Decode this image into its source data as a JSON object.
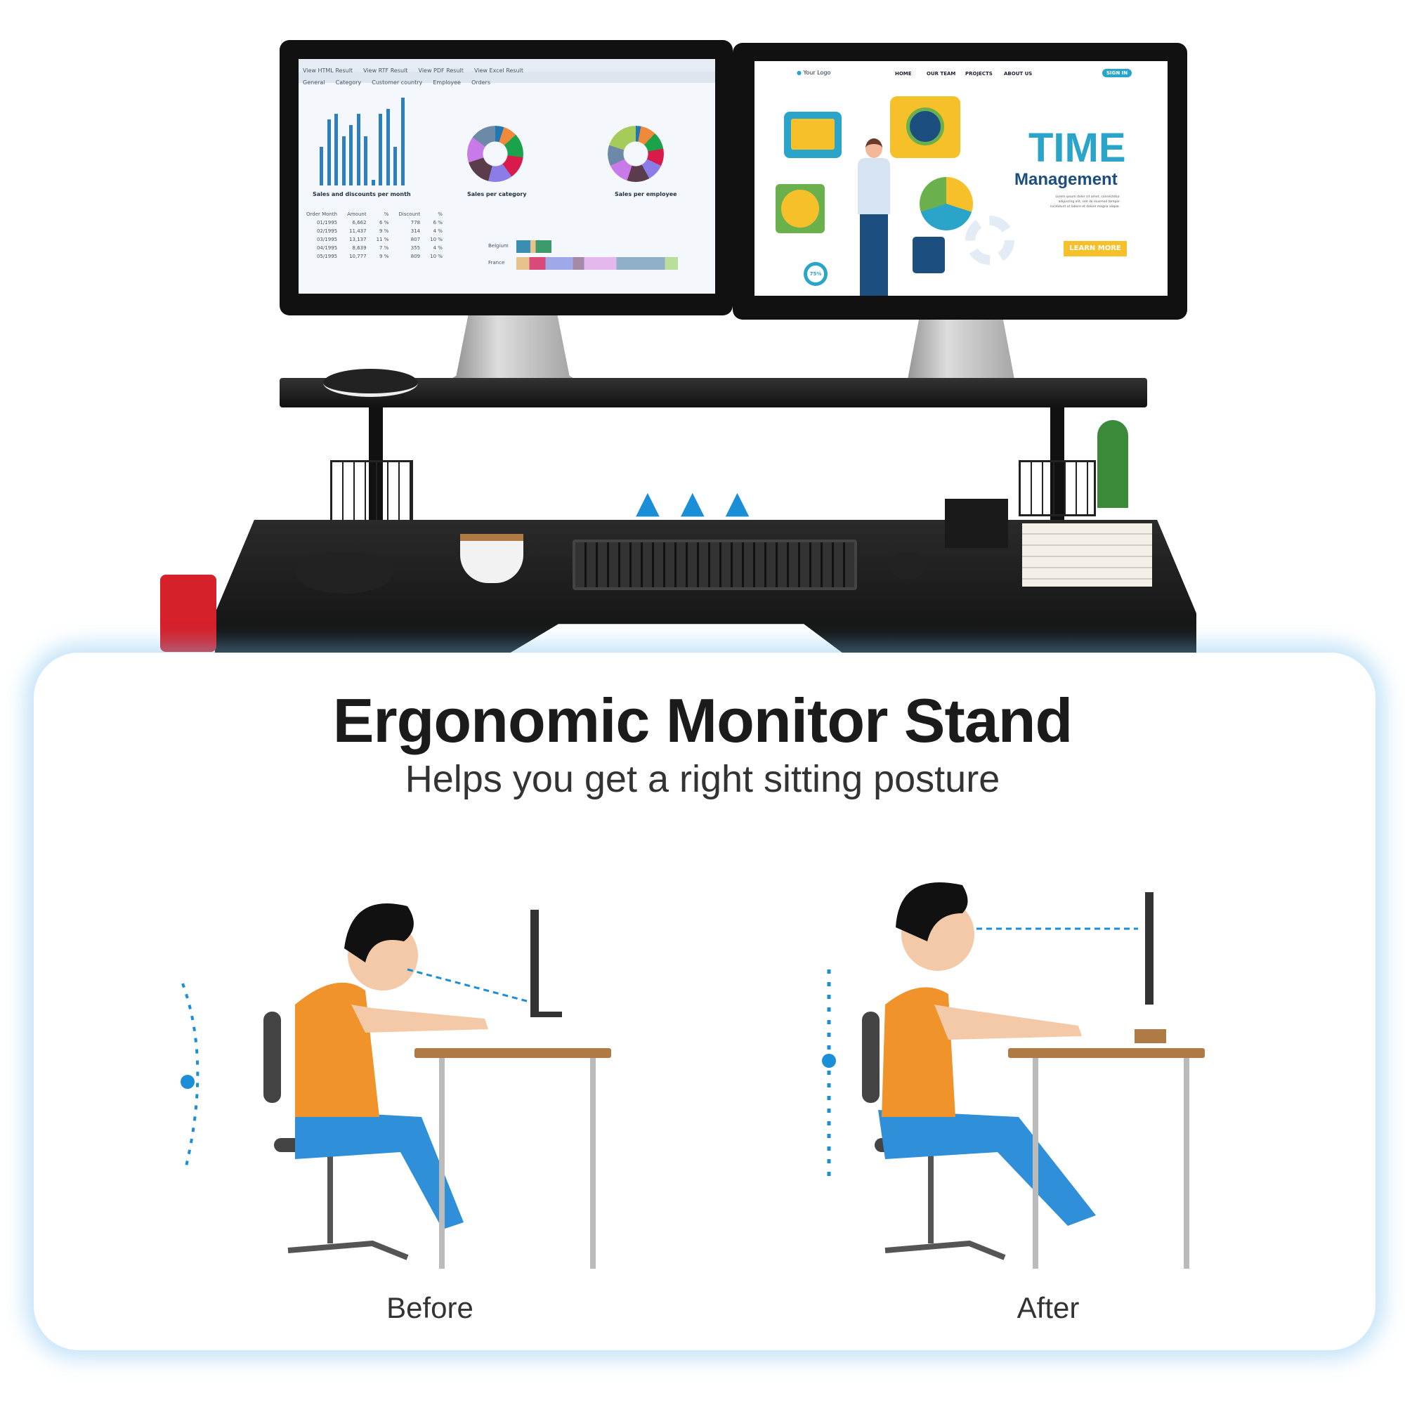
{
  "headline": {
    "title": "Ergonomic Monitor Stand",
    "subtitle": "Helps you get a right sitting posture"
  },
  "comparison": {
    "before_label": "Before",
    "after_label": "After"
  },
  "left_screen": {
    "toolbar": [
      "View HTML Result",
      "View RTF Result",
      "View PDF Result",
      "View Excel Result"
    ],
    "tabs": [
      "General",
      "Category",
      "Customer country",
      "Employee",
      "Orders"
    ],
    "charts": [
      "Sales and discounts per month",
      "Sales per category",
      "Sales per employee"
    ],
    "bar_values": [
      7,
      12,
      13,
      9,
      11,
      13,
      9,
      1,
      13,
      14,
      7,
      16
    ],
    "table_header": [
      "Order Month",
      "Amount",
      "%",
      "Discount",
      "%"
    ],
    "table_rows": [
      [
        "01/1995",
        "6,662",
        "6 %",
        "778",
        "6 %"
      ],
      [
        "02/1995",
        "11,437",
        "9 %",
        "314",
        "4 %"
      ],
      [
        "03/1995",
        "13,137",
        "11 %",
        "807",
        "10 %"
      ],
      [
        "04/1995",
        "8,639",
        "7 %",
        "355",
        "4 %"
      ],
      [
        "05/1995",
        "10,777",
        "9 %",
        "809",
        "10 %"
      ]
    ],
    "countries": [
      "Belgium",
      "France"
    ]
  },
  "right_screen": {
    "logo": "Your Logo",
    "nav": [
      "HOME",
      "OUR TEAM",
      "PROJECTS",
      "ABOUT US"
    ],
    "sign_in": "SIGN IN",
    "heading": "TIME",
    "subheading": "Management",
    "body": "Lorem ipsum dolor sit amet, consectetur adipiscing elit, sed do eiusmod tempor incididunt ut labore et dolore magna aliqua.",
    "cta": "LEARN MORE",
    "badge": "75%"
  },
  "colors": {
    "accent_blue": "#1a8fd8",
    "time_blue": "#2aa5c9",
    "cta_yellow": "#f5c02a",
    "shirt_orange": "#f0932b",
    "pants_blue": "#2f8fd8",
    "desk_wood": "#b07a45"
  }
}
